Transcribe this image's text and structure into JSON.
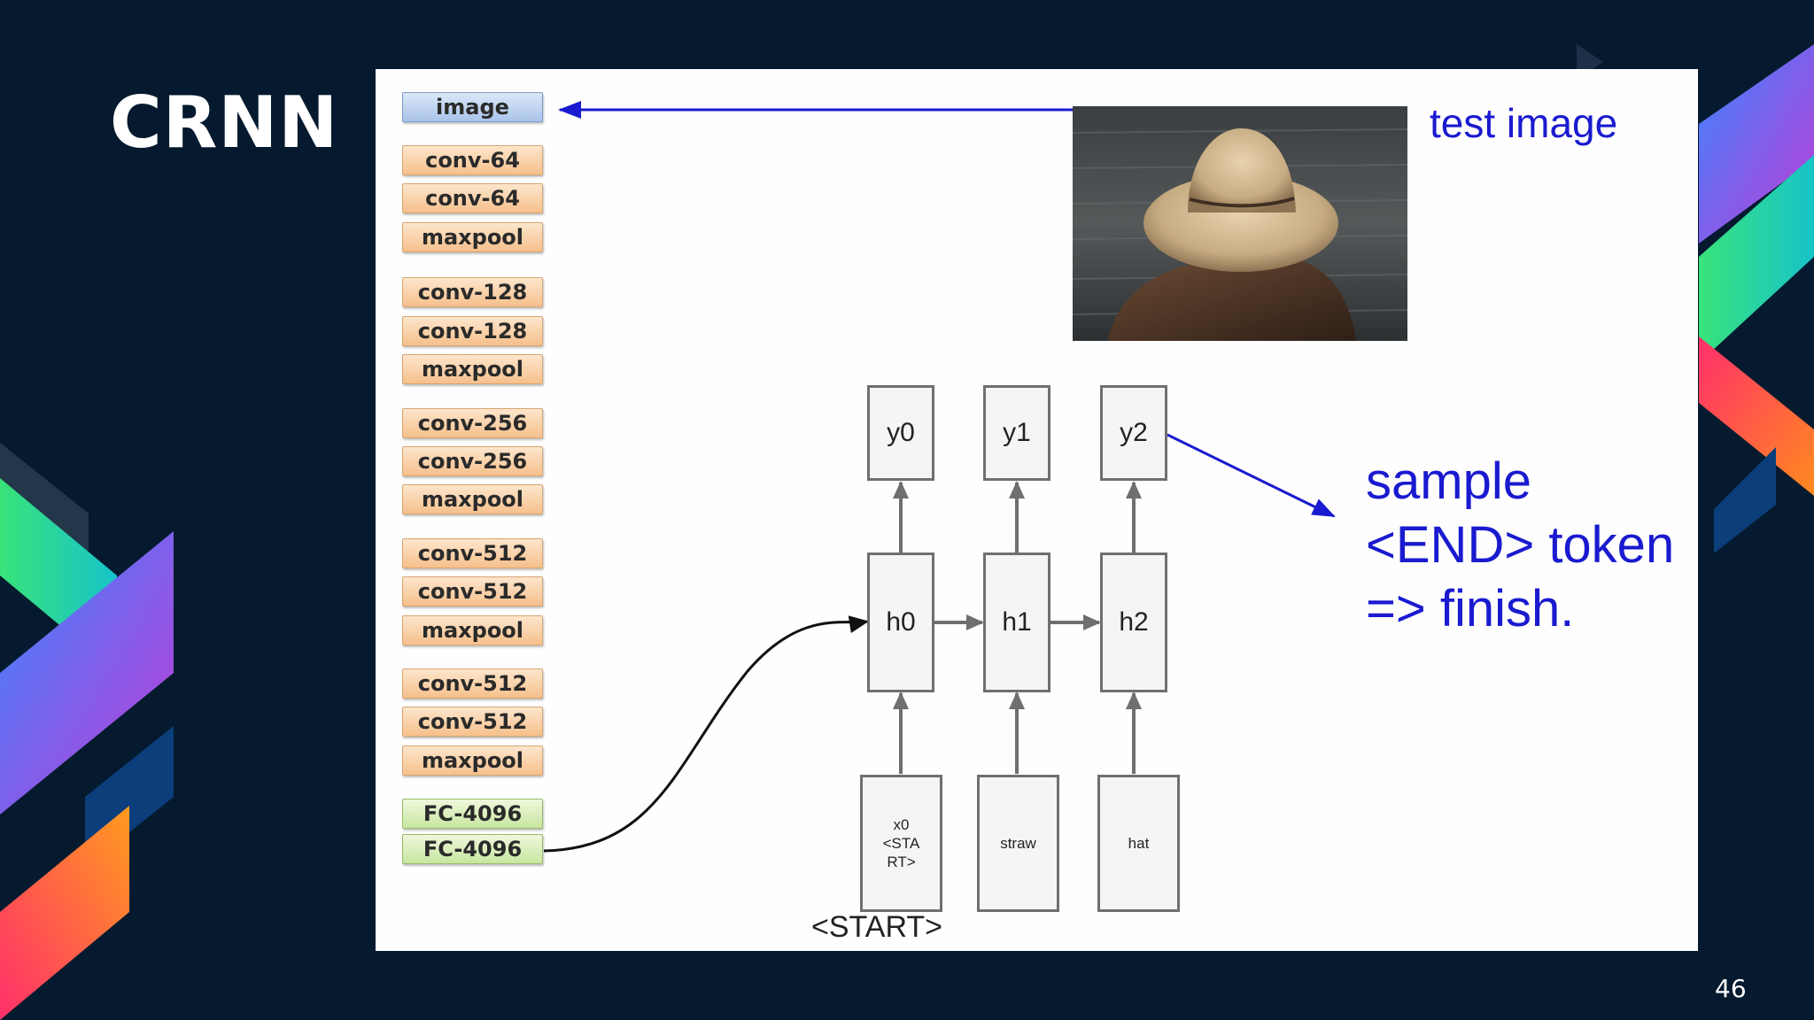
{
  "slide": {
    "title": "CRNN",
    "page_number": "46"
  },
  "layers": [
    {
      "label": "image",
      "kind": "input"
    },
    {
      "label": "conv-64",
      "kind": "conv"
    },
    {
      "label": "conv-64",
      "kind": "conv"
    },
    {
      "label": "maxpool",
      "kind": "conv"
    },
    {
      "label": "conv-128",
      "kind": "conv"
    },
    {
      "label": "conv-128",
      "kind": "conv"
    },
    {
      "label": "maxpool",
      "kind": "conv"
    },
    {
      "label": "conv-256",
      "kind": "conv"
    },
    {
      "label": "conv-256",
      "kind": "conv"
    },
    {
      "label": "maxpool",
      "kind": "conv"
    },
    {
      "label": "conv-512",
      "kind": "conv"
    },
    {
      "label": "conv-512",
      "kind": "conv"
    },
    {
      "label": "maxpool",
      "kind": "conv"
    },
    {
      "label": "conv-512",
      "kind": "conv"
    },
    {
      "label": "conv-512",
      "kind": "conv"
    },
    {
      "label": "maxpool",
      "kind": "conv"
    },
    {
      "label": "FC-4096",
      "kind": "fc"
    },
    {
      "label": "FC-4096",
      "kind": "fc"
    }
  ],
  "annotations": {
    "test_image": "test image",
    "sample_line1": "sample",
    "sample_line2": "<END> token",
    "sample_line3": "=> finish.",
    "start": "<START>"
  },
  "rnn": {
    "outputs": [
      "y0",
      "y1",
      "y2"
    ],
    "hidden": [
      "h0",
      "h1",
      "h2"
    ],
    "inputs": [
      {
        "line1": "x0",
        "line2": "<STA",
        "line3": "RT>"
      },
      {
        "line1": "straw",
        "line2": "",
        "line3": ""
      },
      {
        "line1": "hat",
        "line2": "",
        "line3": ""
      }
    ]
  },
  "colors": {
    "background": "#051a2e",
    "annotation_blue": "#1a1ad0",
    "conv_layer": "#f6c08c",
    "fc_layer": "#c8e6a0",
    "input_layer": "#a9c3ea"
  }
}
